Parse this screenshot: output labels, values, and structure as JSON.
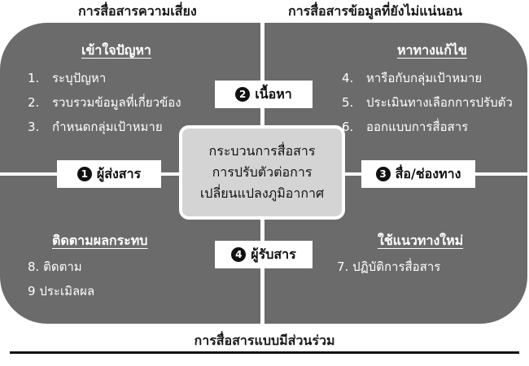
{
  "labels": {
    "top_left": "การสื่อสารความเสี่ยง",
    "top_right": "การสื่อสารข้อมูลที่ยังไม่แน่นอน",
    "bottom": "การสื่อสารแบบมีส่วนร่วม"
  },
  "center": {
    "line1": "กระบวนการสื่อสาร",
    "line2": "การปรับตัวต่อการ",
    "line3": "เปลี่ยนแปลงภูมิอากาศ"
  },
  "elements": {
    "sender": {
      "num": "1",
      "label": "ผู้ส่งสาร"
    },
    "content": {
      "num": "2",
      "label": "เนื้อหา"
    },
    "channel": {
      "num": "3",
      "label": "สื่อ/ช่องทาง"
    },
    "receiver": {
      "num": "4",
      "label": "ผู้รับสาร"
    }
  },
  "quadrants": {
    "top_left": {
      "title": "เข้าใจปัญหา",
      "items": [
        {
          "num": "1.",
          "text": "ระบุปัญหา"
        },
        {
          "num": "2.",
          "text": "รวบรวมข้อมูลที่เกี่ยวข้อง"
        },
        {
          "num": "3.",
          "text": "กำหนดกลุ่มเป้าหมาย"
        }
      ]
    },
    "top_right": {
      "title": "หาทางแก้ไข",
      "items": [
        {
          "num": "4.",
          "text": "หารือกับกลุ่มเป้าหมาย"
        },
        {
          "num": "5.",
          "text": "ประเมินทางเลือกการปรับตัว"
        },
        {
          "num": "6.",
          "text": "ออกแบบการสื่อสาร"
        }
      ]
    },
    "bottom_left": {
      "title": "ติดตามผลกระทบ",
      "items": [
        {
          "num": "8.",
          "text": "ติดตาม"
        },
        {
          "num": "9",
          "text": "ประเมิลผล"
        }
      ]
    },
    "bottom_right": {
      "title": "ใช้แนวทางใหม่",
      "items": [
        {
          "num": "7.",
          "text": "ปฏิบัติการสื่อสาร"
        }
      ]
    }
  }
}
